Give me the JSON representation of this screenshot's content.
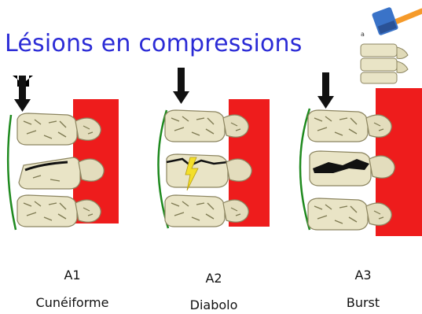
{
  "slide": {
    "title": "Lésions en compressions",
    "colors": {
      "title": "#2b2bd6",
      "ligament": "#1f8a1f",
      "posterior_block": "#ee1c1c",
      "bone": "#e9e4c6",
      "fracture": "#111111",
      "lightning": "#f3df2a"
    },
    "types": [
      {
        "code": "A1",
        "name": "Cunéiforme"
      },
      {
        "code": "A2",
        "name": "Diabolo"
      },
      {
        "code": "A3",
        "name": "Burst"
      }
    ],
    "thumbnail": {
      "label": "a",
      "icon": "hammer-icon"
    }
  }
}
